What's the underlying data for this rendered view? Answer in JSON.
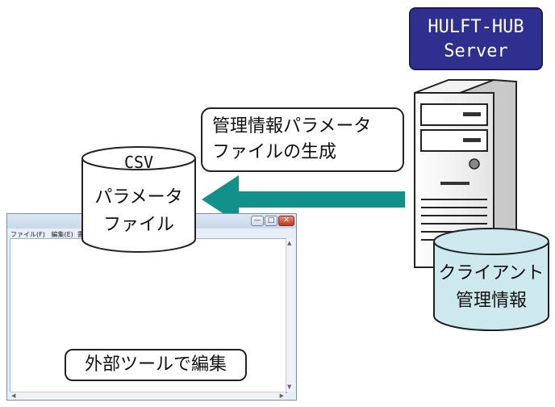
{
  "server": {
    "label_line1": "HULFT-HUB",
    "label_line2": "Server"
  },
  "callout": {
    "line1": "管理情報パラメータ",
    "line2": "ファイルの生成"
  },
  "csv_file": {
    "top_label": "CSV",
    "line1": "パラメータ",
    "line2": "ファイル"
  },
  "db": {
    "line1": "クライアント",
    "line2": "管理情報"
  },
  "editor_window": {
    "menu_items": [
      "ファイル(F)",
      "編集(E)",
      "書"
    ],
    "buttons": {
      "minimize": "—",
      "maximize": "□",
      "close": "✕"
    }
  },
  "tool_label": "外部ツールで編集",
  "colors": {
    "server_label_bg": "#2e2f8f",
    "arrow": "#11918a",
    "db_fill": "#cde9ee"
  }
}
